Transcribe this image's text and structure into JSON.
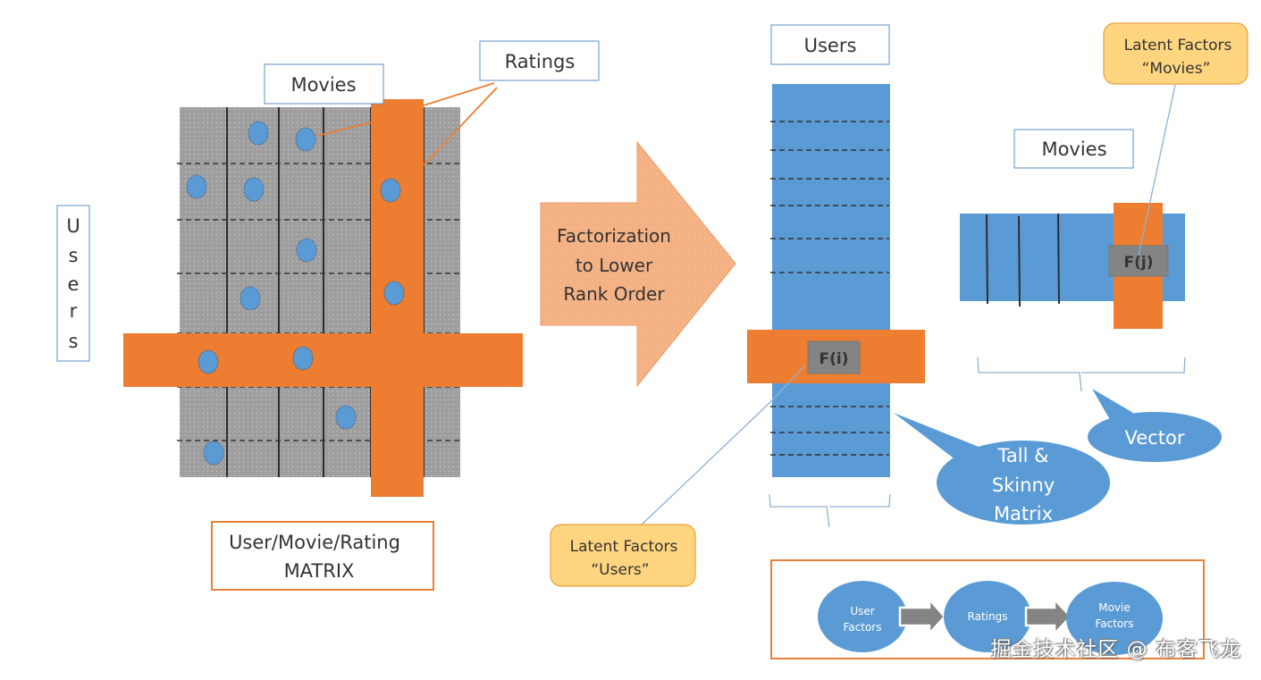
{
  "left_matrix": {
    "movies_label": "Movies",
    "ratings_label": "Ratings",
    "users_label_letters": [
      "U",
      "s",
      "e",
      "r",
      "s"
    ],
    "caption_line1": "User/Movie/Rating",
    "caption_line2": "MATRIX",
    "grid_columns": 6,
    "grid_rows": 7,
    "highlighted_column": 5,
    "highlighted_row": 5
  },
  "arrow": {
    "line1": "Factorization",
    "line2": "to Lower",
    "line3": "Rank Order"
  },
  "user_factor_matrix": {
    "header_label": "Users",
    "row_label": "F(i)",
    "callout_line1": "Latent  Factors",
    "callout_line2": "“Users”",
    "bubble_line1": "Tall &",
    "bubble_line2": "Skinny",
    "bubble_line3": "Matrix"
  },
  "movie_factor_matrix": {
    "header_label": "Movies",
    "column_label": "F(j)",
    "callout_line1": "Latent  Factors",
    "callout_line2": "“Movies”",
    "bubble_label": "Vector"
  },
  "flow": {
    "nodes": [
      {
        "line1": "User",
        "line2": "Factors"
      },
      {
        "line1": "Ratings",
        "line2": ""
      },
      {
        "line1": "Movie",
        "line2": "Factors"
      }
    ]
  },
  "watermark": "掘金技术社区 @ 布客飞龙",
  "colors": {
    "orange": "#ed7d31",
    "blue": "#5b9bd5",
    "grey_cell": "#9e9e9e",
    "callout_fill": "#ffd580",
    "arrow_fill": "#f4b183"
  }
}
